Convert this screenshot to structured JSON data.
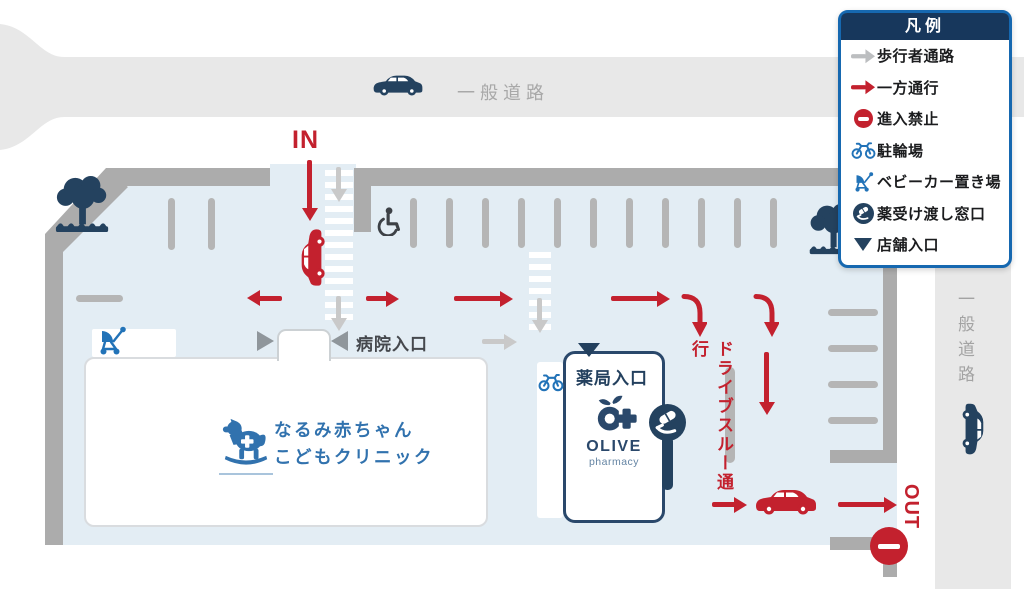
{
  "legend": {
    "title": "凡例",
    "items": [
      {
        "icon": "pedestrian-arrow-icon",
        "label": "歩行者通路"
      },
      {
        "icon": "one-way-arrow-icon",
        "label": "一方通行"
      },
      {
        "icon": "no-entry-icon",
        "label": "進入禁止"
      },
      {
        "icon": "bicycle-icon",
        "label": "駐輪場"
      },
      {
        "icon": "stroller-icon",
        "label": "ベビーカー置き場"
      },
      {
        "icon": "medicine-window-icon",
        "label": "薬受け渡し窓口"
      },
      {
        "icon": "store-entrance-icon",
        "label": "店舗入口"
      }
    ]
  },
  "roads": {
    "top_label": "一般道路",
    "right_label": "一般道路"
  },
  "flow": {
    "in_label": "IN",
    "out_label": "OUT",
    "drive_through_label": "ドライブスルー通行"
  },
  "facilities": {
    "hospital_entrance_label": "病院入口",
    "pharmacy_entrance_label": "薬局入口",
    "clinic_name_line1": "なるみ赤ちゃん",
    "clinic_name_line2": "こどもクリニック",
    "pharmacy_brand": "OLIVE",
    "pharmacy_brand_sub": "pharmacy"
  },
  "colors": {
    "accent_red": "#c3212e",
    "navy": "#24425f",
    "legend_border": "#1668b0",
    "legend_header": "#17375c",
    "lot_blue": "#e3edf4",
    "road_gray": "#e8e8e8",
    "wall_gray": "#acacac",
    "clinic_blue": "#3172ae",
    "bicycle_blue": "#2273b8"
  }
}
